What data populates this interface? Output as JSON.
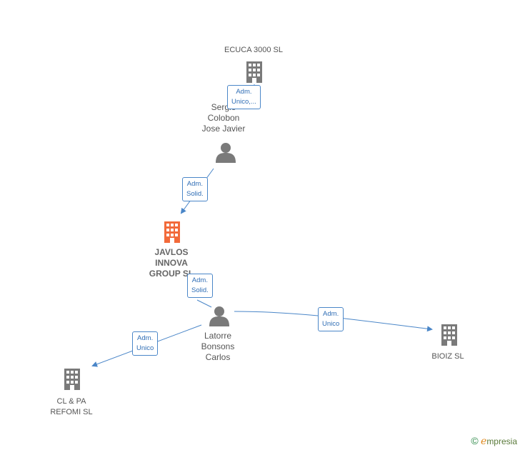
{
  "nodes": {
    "ecuca": {
      "label": "ECUCA 3000  SL"
    },
    "sergio": {
      "line1": "Sergio",
      "line2": "Colobon",
      "line3": "Jose Javier"
    },
    "javlos": {
      "line1": "JAVLOS",
      "line2": "INNOVA",
      "line3": "GROUP  SL"
    },
    "latorre": {
      "line1": "Latorre",
      "line2": "Bonsons",
      "line3": "Carlos"
    },
    "bioiz": {
      "label": "BIOIZ  SL"
    },
    "clpa": {
      "line1": "CL & PA",
      "line2": "REFOMI  SL"
    }
  },
  "edges": {
    "ecuca_sergio": {
      "line1": "Adm.",
      "line2": "Unico,..."
    },
    "sergio_javlos": {
      "line1": "Adm.",
      "line2": "Solid."
    },
    "latorre_javlos": {
      "line1": "Adm.",
      "line2": "Solid."
    },
    "latorre_bioiz": {
      "line1": "Adm.",
      "line2": "Unico"
    },
    "latorre_clpa": {
      "line1": "Adm.",
      "line2": "Unico"
    }
  },
  "colors": {
    "company": "#7a7a7a",
    "focus": "#f26a3a",
    "person": "#7a7a7a",
    "edge": "#4a86c8"
  },
  "icons": {
    "company": "building-icon",
    "person": "person-icon"
  },
  "brand": {
    "copyright": "©",
    "initial": "e",
    "rest": "mpresia"
  }
}
